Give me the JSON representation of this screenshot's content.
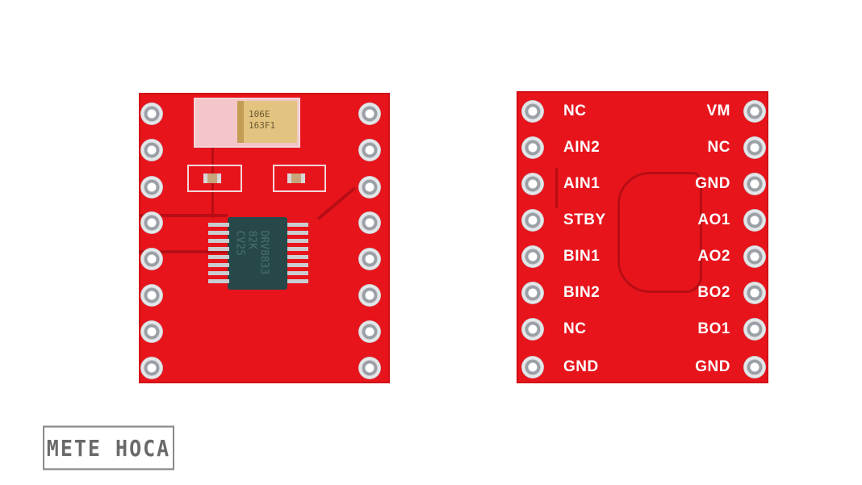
{
  "front_board": {
    "capacitor_marking": [
      "106E",
      "163F1"
    ],
    "chip_marking": [
      "DRV8833",
      "82K",
      "CV25"
    ]
  },
  "back_board": {
    "left_pins": [
      "NC",
      "AIN2",
      "AIN1",
      "STBY",
      "BIN1",
      "BIN2",
      "NC",
      "GND"
    ],
    "right_pins": [
      "VM",
      "NC",
      "GND",
      "AO1",
      "AO2",
      "BO2",
      "BO1",
      "GND"
    ]
  },
  "watermark": "METE HOCA",
  "colors": {
    "pcb": "#e8141c",
    "silkscreen": "#ffffff"
  }
}
